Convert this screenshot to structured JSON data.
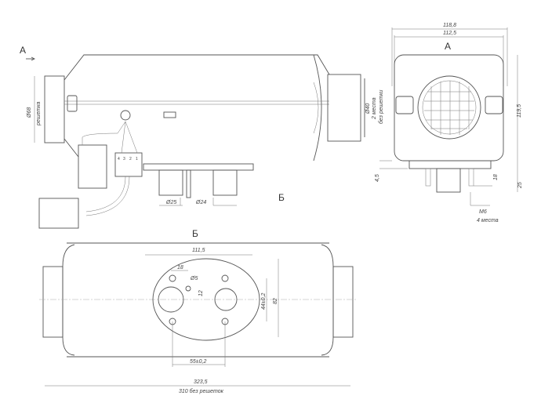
{
  "side_view": {
    "view_a_label": "A",
    "cap_diameter": "Ø68",
    "cap_note": "решетка",
    "stud_d1": "Ø25",
    "stud_d2": "Ø24",
    "view_b_label": "Б",
    "outlet_diameter": "Ø40",
    "outlet_note1": "2 места",
    "outlet_note2": "без решетки",
    "connector_pins": [
      "4",
      "3",
      "2",
      "1"
    ]
  },
  "front_view": {
    "title": "A",
    "width_overall": "118,8",
    "width_body": "112,5",
    "height": "119,5",
    "plate_thickness": "4,5",
    "stud_length": "18",
    "bottom_height": "25",
    "thread": "M6",
    "thread_note": "4 места"
  },
  "bottom_view": {
    "title": "Б",
    "oval_width": "111,5",
    "hole_offset": "18",
    "hole_diameter": "Ø5",
    "hole_dy": "12",
    "stud_spacing_y": "44±0,2",
    "oval_height": "82",
    "stud_spacing_x": "55±0,2",
    "length_overall": "323,5",
    "length_note": "310 без решеток"
  }
}
